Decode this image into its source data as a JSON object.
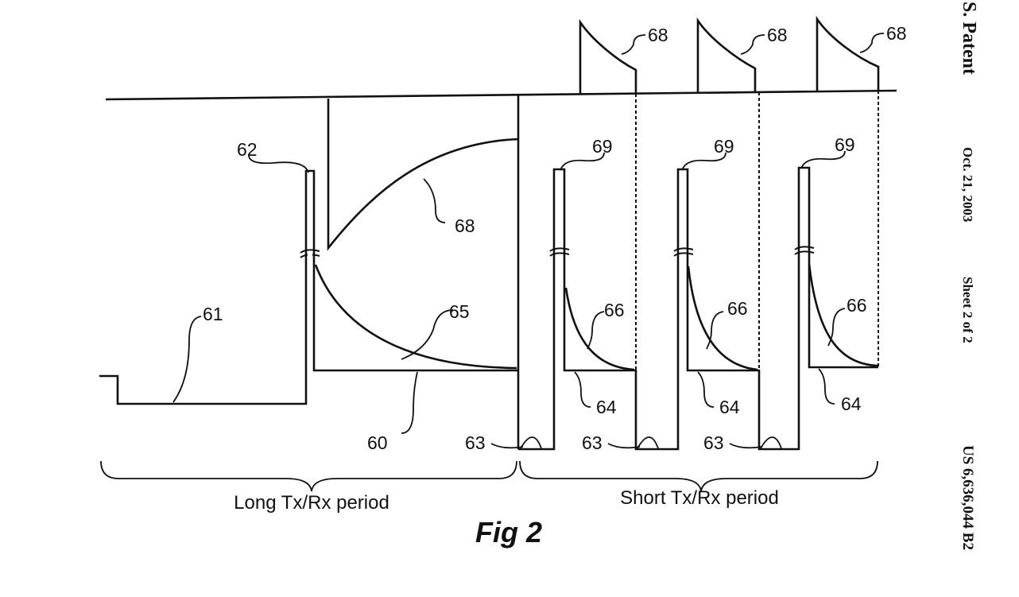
{
  "header": {
    "patent_label": "S. Patent",
    "date": "Oct. 21, 2003",
    "sheet": "Sheet 2 of 2",
    "patent_number": "US 6,636,044 B2"
  },
  "figure": {
    "caption": "Fig 2",
    "period_labels": {
      "long": "Long Tx/Rx period",
      "short": "Short Tx/Rx period"
    },
    "refs": {
      "r60": "60",
      "r61": "61",
      "r62": "62",
      "r65": "65",
      "r68_long": "68",
      "r68_pulses": [
        "68",
        "68",
        "68"
      ],
      "r69": [
        "69",
        "69",
        "69"
      ],
      "r66": [
        "66",
        "66",
        "66"
      ],
      "r64": [
        "64",
        "64",
        "64"
      ],
      "r63": [
        "63",
        "63",
        "63"
      ]
    }
  }
}
